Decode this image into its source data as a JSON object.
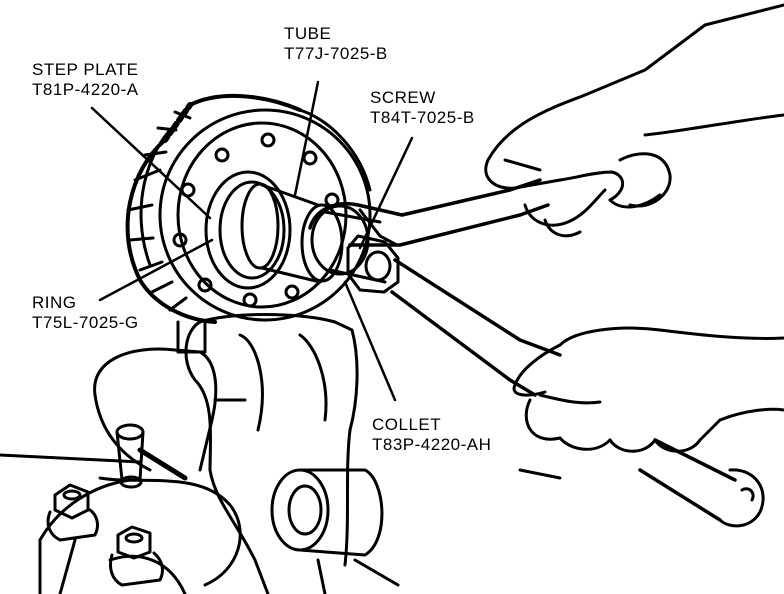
{
  "callouts": {
    "tube": {
      "name": "TUBE",
      "part": "T77J-7025-B"
    },
    "step_plate": {
      "name": "STEP PLATE",
      "part": "T81P-4220-A"
    },
    "screw": {
      "name": "SCREW",
      "part": "T84T-7025-B"
    },
    "ring": {
      "name": "RING",
      "part": "T75L-7025-G"
    },
    "collet": {
      "name": "COLLET",
      "part": "T83P-4220-AH"
    }
  },
  "colors": {
    "ink": "#000000",
    "paper": "#ffffff"
  }
}
